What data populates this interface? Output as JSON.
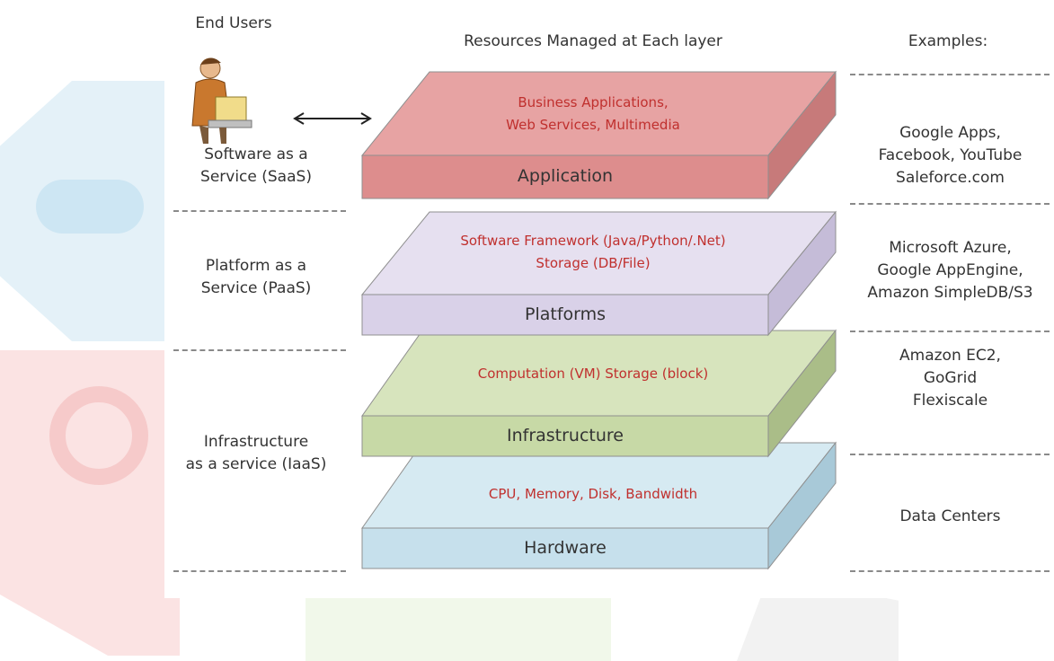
{
  "header": {
    "end_users": "End Users",
    "resources": "Resources Managed at Each layer",
    "examples": "Examples:"
  },
  "service_models": {
    "saas": [
      "Software as a",
      "Service (SaaS)"
    ],
    "paas": [
      "Platform as a",
      "Service (PaaS)"
    ],
    "iaas": [
      "Infrastructure",
      "as a service (IaaS)"
    ]
  },
  "layers": {
    "application": {
      "label": "Application",
      "resources": [
        "Business Applications,",
        "Web Services,  Multimedia"
      ],
      "top_color": "#e7a3a3",
      "front_color": "#dd8d8d",
      "side_color": "#c77a7a"
    },
    "platforms": {
      "label": "Platforms",
      "resources": [
        "Software Framework (Java/Python/.Net)",
        "Storage (DB/File)"
      ],
      "top_color": "#e6e0f0",
      "front_color": "#d9d1e8",
      "side_color": "#c5bcd8"
    },
    "infrastructure": {
      "label": "Infrastructure",
      "resources": [
        "Computation (VM)  Storage (block)"
      ],
      "top_color": "#d7e4bd",
      "front_color": "#c7d9a6",
      "side_color": "#aabd88"
    },
    "hardware": {
      "label": "Hardware",
      "resources": [
        "CPU, Memory, Disk, Bandwidth"
      ],
      "top_color": "#d6eaf2",
      "front_color": "#c6e0ec",
      "side_color": "#a8c9d8"
    }
  },
  "examples": {
    "saas": [
      "Google Apps,",
      "Facebook, YouTube",
      "Saleforce.com"
    ],
    "paas": [
      "Microsoft Azure,",
      "Google AppEngine,",
      "Amazon SimpleDB/S3"
    ],
    "iaas": [
      "Amazon EC2,",
      "GoGrid",
      "Flexiscale"
    ],
    "hardware": [
      "Data Centers"
    ]
  },
  "icons": {
    "user": "person-at-computer-icon",
    "arrow": "double-arrow-icon"
  }
}
